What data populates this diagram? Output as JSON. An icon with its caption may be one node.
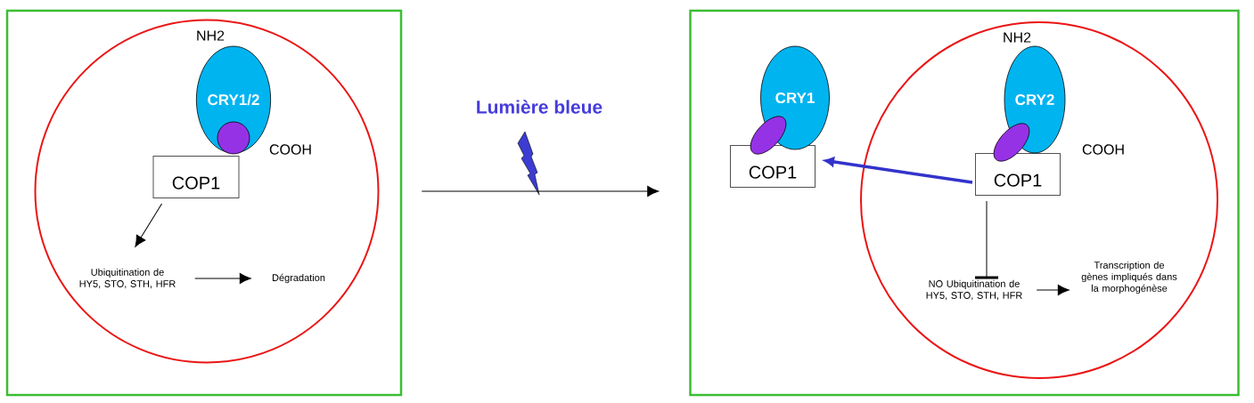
{
  "diagram": {
    "nodes": [
      {
        "text": [],
        "shape": "box"
      },
      {
        "text": [],
        "shape": "circle",
        "in": 0
      },
      {
        "text": [
          "CRY1/2"
        ],
        "beside": [
          "NH2",
          "COOH"
        ],
        "in": 1
      },
      {
        "text": [],
        "shape": "circle",
        "in": 2
      },
      {
        "text": [
          "COP1"
        ],
        "in": 1
      },
      {
        "text": [
          "Ubiquitination de HY5, STO, STH, HFR"
        ],
        "in": 1
      },
      {
        "text": [
          "Dégradation"
        ],
        "in": 1
      },
      {
        "text": [],
        "shape": "box"
      },
      {
        "text": [
          "CRY1"
        ],
        "in": 7
      },
      {
        "text": [],
        "shape": "ellipse",
        "in": 7
      },
      {
        "text": [
          "COP1"
        ],
        "in": 7
      },
      {
        "text": [],
        "shape": "circle",
        "in": 7
      },
      {
        "text": [
          "CRY2"
        ],
        "beside": [
          "NH2",
          "COOH"
        ],
        "in": 11
      },
      {
        "text": [],
        "shape": "ellipse",
        "in": 11
      },
      {
        "text": [
          "COP1"
        ],
        "in": 11
      },
      {
        "text": [
          "NO Ubiquitination de HY5, STO, STH, HFR"
        ],
        "in": 11
      },
      {
        "text": [
          "Transcription de gènes impliqués dans la morphogénèse"
        ],
        "in": 11
      }
    ],
    "edges": [
      {
        "from": 4,
        "to": 5,
        "arrow": "to"
      },
      {
        "from": 5,
        "to": 6,
        "arrow": "to"
      },
      {
        "from": 0,
        "to": 7,
        "arrow": "to",
        "label": "Lumière bleue"
      },
      {
        "from": 14,
        "to": 10,
        "arrow": "to",
        "style": "thick",
        "color": "#3333cc"
      },
      {
        "from": 14,
        "to": 15,
        "arrow": "other"
      },
      {
        "from": 15,
        "to": 16,
        "arrow": "to"
      }
    ]
  }
}
